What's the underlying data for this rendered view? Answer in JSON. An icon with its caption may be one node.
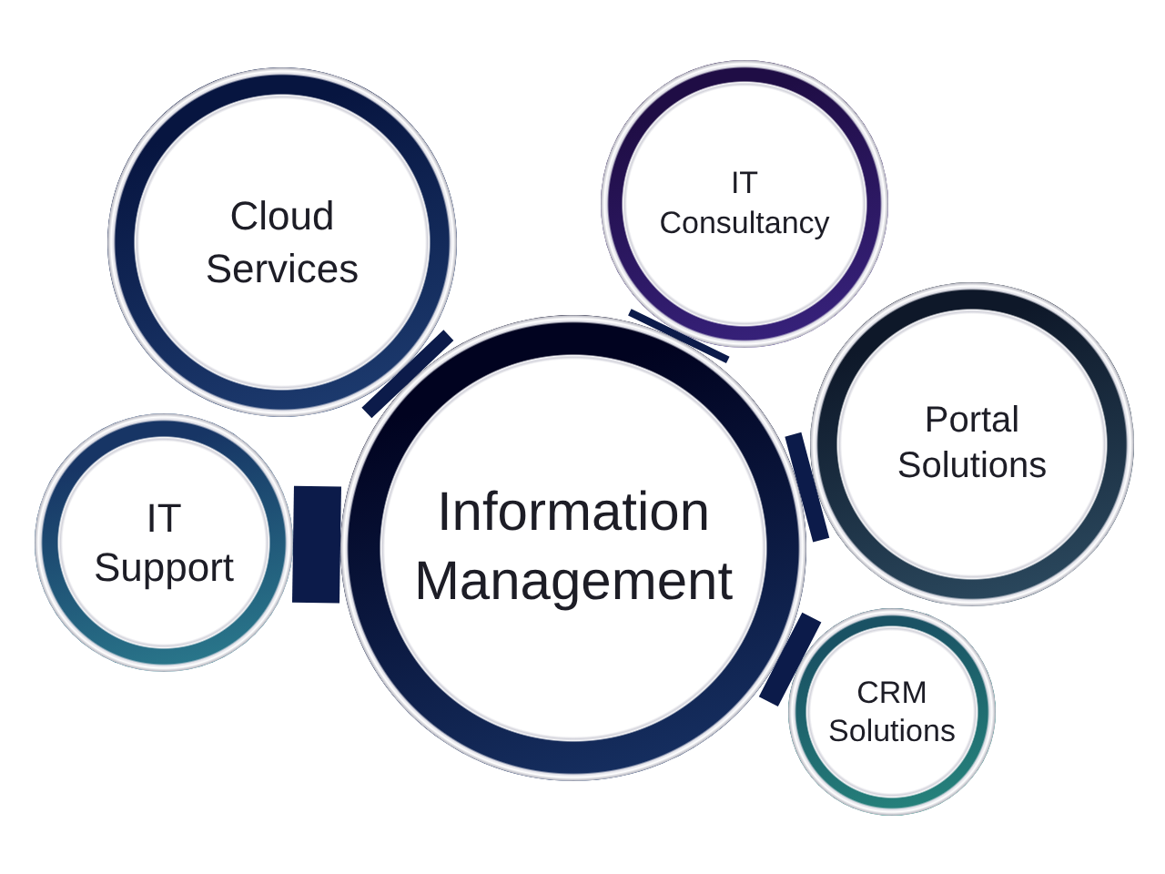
{
  "diagram": {
    "nodes": [
      {
        "text": [
          "Cloud Services"
        ]
      },
      {
        "text": [
          "IT Consultancy"
        ]
      },
      {
        "text": [
          "Portal Solutions"
        ]
      },
      {
        "text": [
          "Information Management"
        ]
      },
      {
        "text": [
          "IT Support"
        ]
      },
      {
        "text": [
          "CRM Solutions"
        ]
      }
    ],
    "edges": [
      {
        "from": 3,
        "to": 0,
        "arrow": "none"
      },
      {
        "from": 3,
        "to": 1,
        "arrow": "none"
      },
      {
        "from": 3,
        "to": 2,
        "arrow": "none"
      },
      {
        "from": 3,
        "to": 4,
        "arrow": "none"
      },
      {
        "from": 3,
        "to": 5,
        "arrow": "none"
      }
    ]
  }
}
